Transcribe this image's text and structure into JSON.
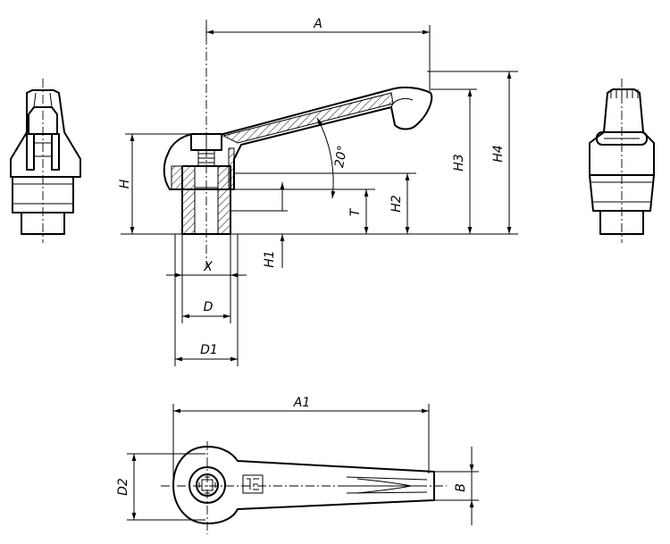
{
  "drawing": {
    "dimension_labels": {
      "A": "A",
      "A1": "A1",
      "H": "H",
      "H1": "H1",
      "H2": "H2",
      "H3": "H3",
      "H4": "H4",
      "T": "T",
      "X": "X",
      "D": "D",
      "D1": "D1",
      "D2": "D2",
      "B": "B",
      "angle": "20°"
    }
  }
}
